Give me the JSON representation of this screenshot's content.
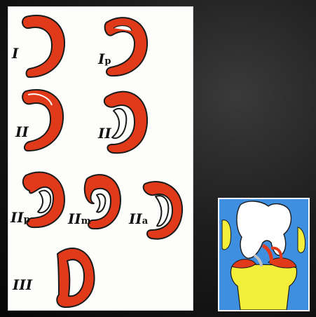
{
  "figure": {
    "labels": {
      "type_I": "I",
      "type_Ip_main": "I",
      "type_Ip_sub": "p",
      "type_II_a": "II",
      "type_II_b": "II",
      "type_IIp_main": "II",
      "type_IIp_sub": "p",
      "type_IIm_main": "II",
      "type_IIm_sub": "m",
      "type_IIa_main": "II",
      "type_IIa_sub": "a",
      "type_III": "III"
    },
    "colors": {
      "meniscus": "#e03a1a",
      "outline": "#1a1a1a",
      "panel": "#fdfdfb",
      "inset_background": "#3e8fe0",
      "bone": "#ffffff",
      "tibia": "#f2ee3a"
    }
  }
}
